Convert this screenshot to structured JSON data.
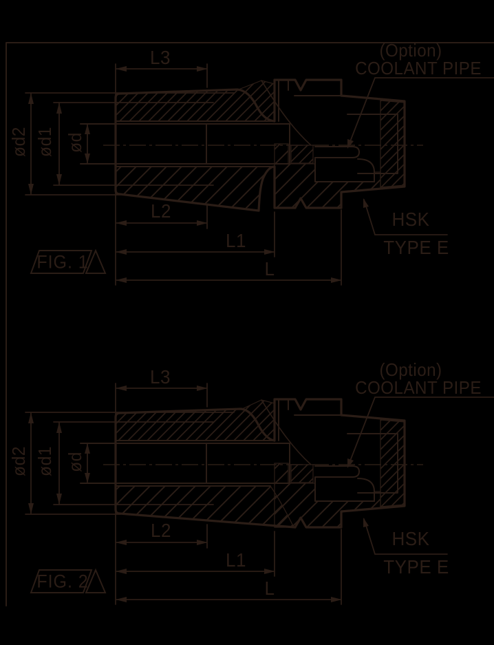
{
  "drawing": {
    "background_color": "#000000",
    "line_color": "#2b1d16",
    "description": "Technical dimension drawing of HSK Type E collet chuck tool holders"
  },
  "figures": [
    {
      "caption": "FIG. 1",
      "dimensions": {
        "l3": "L3",
        "l2": "L2",
        "l1": "L1",
        "l": "L",
        "od2": "ød2",
        "od1": "ød1",
        "od": "ød"
      },
      "annotations": {
        "option": "(Option)",
        "coolant_pipe": "COOLANT PIPE",
        "shank": "HSK",
        "shank_type": "TYPE E"
      }
    },
    {
      "caption": "FIG. 2",
      "dimensions": {
        "l3": "L3",
        "l2": "L2",
        "l1": "L1",
        "l": "L",
        "od2": "ød2",
        "od1": "ød1",
        "od": "ød"
      },
      "annotations": {
        "option": "(Option)",
        "coolant_pipe": "COOLANT PIPE",
        "shank": "HSK",
        "shank_type": "TYPE E"
      }
    }
  ]
}
